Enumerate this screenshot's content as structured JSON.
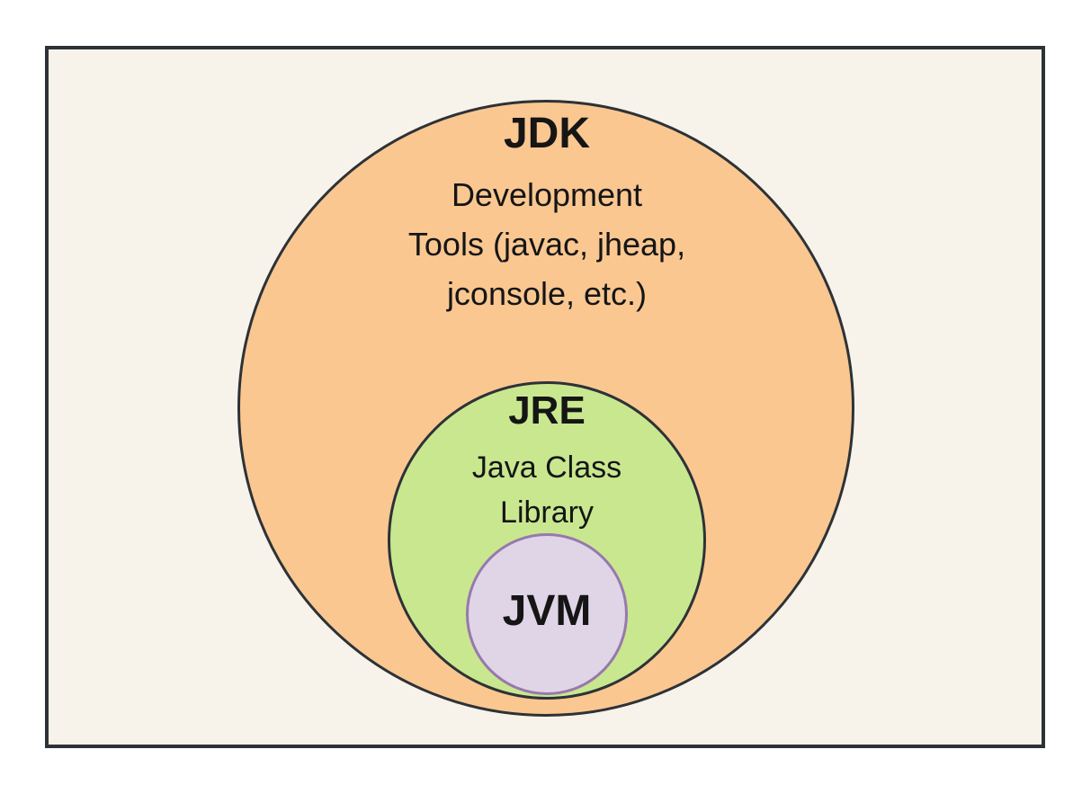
{
  "diagram": {
    "jdk": {
      "label": "JDK",
      "lines": [
        "Development",
        "Tools (javac, jheap,",
        "jconsole, etc.)"
      ]
    },
    "jre": {
      "label": "JRE",
      "lines": [
        "Java Class",
        "Library"
      ]
    },
    "jvm": {
      "label": "JVM"
    }
  },
  "colors": {
    "frame_background": "#F7F3EA",
    "frame_border": "#2D3237",
    "jdk_fill": "#FAC791",
    "jre_fill": "#C9E78F",
    "jvm_fill": "#DFD5E6",
    "jvm_border": "#9878AE",
    "circle_border": "#2D3237",
    "text": "#151515"
  }
}
